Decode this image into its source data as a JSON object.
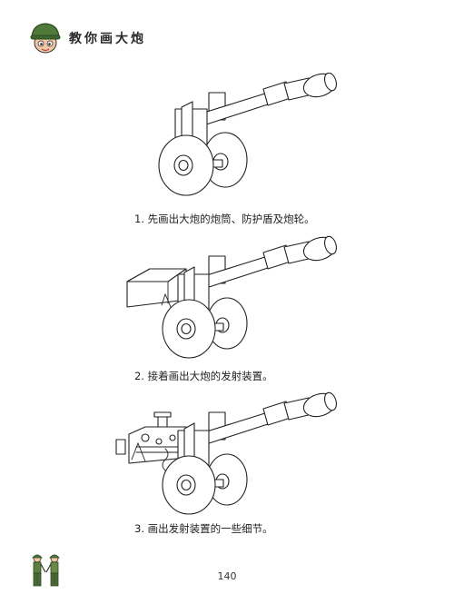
{
  "header": {
    "title": "教你画大炮",
    "mascot_icon": "soldier-helmet-icon"
  },
  "steps": [
    {
      "caption": "1. 先画出大炮的炮筒、防护盾及炮轮。"
    },
    {
      "caption": "2. 接着画出大炮的发射装置。"
    },
    {
      "caption": "3. 画出发射装置的一些细节。"
    }
  ],
  "footer": {
    "page_number": "140",
    "decoration_icon": "two-soldiers-icon"
  },
  "colors": {
    "helmet": "#4f7a3a",
    "skin": "#f2c6a0",
    "line": "#222222"
  }
}
